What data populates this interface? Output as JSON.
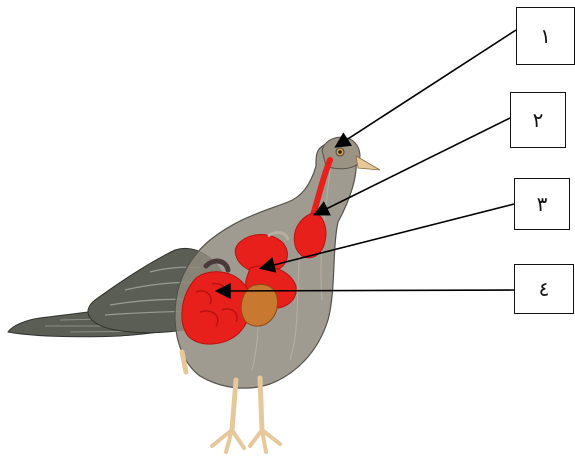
{
  "diagram": {
    "labels": [
      {
        "id": "1",
        "text": "١"
      },
      {
        "id": "2",
        "text": "٢"
      },
      {
        "id": "3",
        "text": "٣"
      },
      {
        "id": "4",
        "text": "٤"
      }
    ],
    "colors": {
      "organs": "#e8201c",
      "organs_dark": "#b8120f",
      "body": "#8f8a7c",
      "wing": "#5b5e55",
      "feet": "#e6c89a",
      "arrow": "#000000"
    }
  }
}
